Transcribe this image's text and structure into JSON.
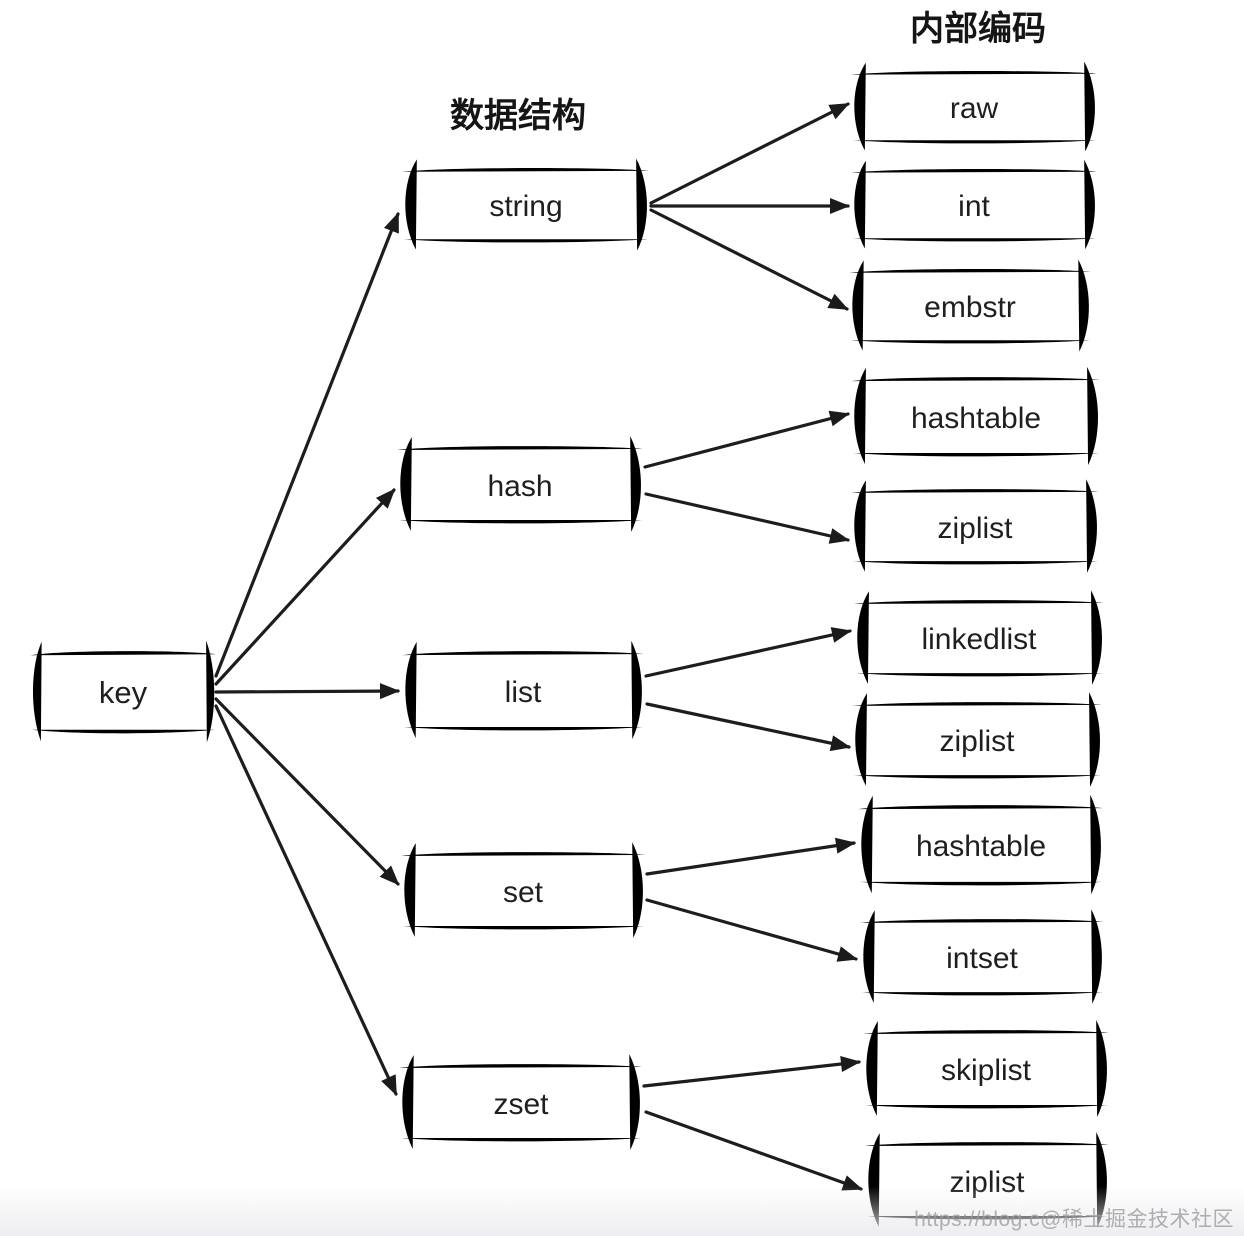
{
  "diagram": {
    "headers": {
      "data_structure": "数据结构",
      "internal_encoding": "内部编码"
    },
    "nodes": {
      "key": {
        "label": "key"
      },
      "string": {
        "label": "string"
      },
      "hash": {
        "label": "hash"
      },
      "list": {
        "label": "list"
      },
      "set": {
        "label": "set"
      },
      "zset": {
        "label": "zset"
      },
      "string_raw": {
        "label": "raw"
      },
      "string_int": {
        "label": "int"
      },
      "string_embstr": {
        "label": "embstr"
      },
      "hash_hashtable": {
        "label": "hashtable"
      },
      "hash_ziplist": {
        "label": "ziplist"
      },
      "list_linkedlist": {
        "label": "linkedlist"
      },
      "list_ziplist": {
        "label": "ziplist"
      },
      "set_hashtable": {
        "label": "hashtable"
      },
      "set_intset": {
        "label": "intset"
      },
      "zset_skiplist": {
        "label": "skiplist"
      },
      "zset_ziplist": {
        "label": "ziplist"
      }
    },
    "edges": [
      {
        "from": "key",
        "to": "string"
      },
      {
        "from": "key",
        "to": "hash"
      },
      {
        "from": "key",
        "to": "list"
      },
      {
        "from": "key",
        "to": "set"
      },
      {
        "from": "key",
        "to": "zset"
      },
      {
        "from": "string",
        "to": "string_raw"
      },
      {
        "from": "string",
        "to": "string_int"
      },
      {
        "from": "string",
        "to": "string_embstr"
      },
      {
        "from": "hash",
        "to": "hash_hashtable"
      },
      {
        "from": "hash",
        "to": "hash_ziplist"
      },
      {
        "from": "list",
        "to": "list_linkedlist"
      },
      {
        "from": "list",
        "to": "list_ziplist"
      },
      {
        "from": "set",
        "to": "set_hashtable"
      },
      {
        "from": "set",
        "to": "set_intset"
      },
      {
        "from": "zset",
        "to": "zset_skiplist"
      },
      {
        "from": "zset",
        "to": "zset_ziplist"
      }
    ]
  },
  "watermark": {
    "text": "https://blog.c@稀土掘金技术社区"
  },
  "colors": {
    "stroke": "#232323",
    "text": "#1f1f1f",
    "background": "#ffffff",
    "watermark": "#9a9aa0"
  }
}
